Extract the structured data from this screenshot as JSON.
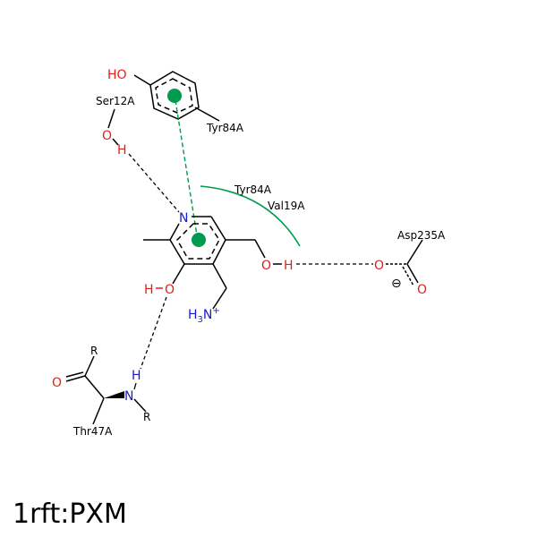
{
  "title": "1rft:PXM",
  "residues": {
    "ser": "Ser12A",
    "tyr_top": "Tyr84A",
    "tyr_arc": "Tyr84A",
    "val": "Val19A",
    "asp": "Asp235A",
    "thr": "Thr47A"
  },
  "atoms": {
    "ho": "HO",
    "o_ser": "O",
    "h_ser": "H",
    "n_ring": "N",
    "o_ch2": "O",
    "h_ch2": "H",
    "o_asp": "O",
    "o_asp2": "O",
    "charge_minus": "⊖",
    "h_phenol": "H",
    "o_phenol": "O",
    "nh3": "H",
    "nh3_sub": "3",
    "nh3_n": "N",
    "nh3_plus": "+",
    "r1": "R",
    "o_thr": "O",
    "h_thr": "H",
    "n_thr": "N",
    "r2": "R"
  },
  "colors": {
    "bond": "#000000",
    "oxygen": "#e0201c",
    "nitrogen": "#1a1acc",
    "interaction": "#00994d",
    "hbond": "#000000"
  }
}
